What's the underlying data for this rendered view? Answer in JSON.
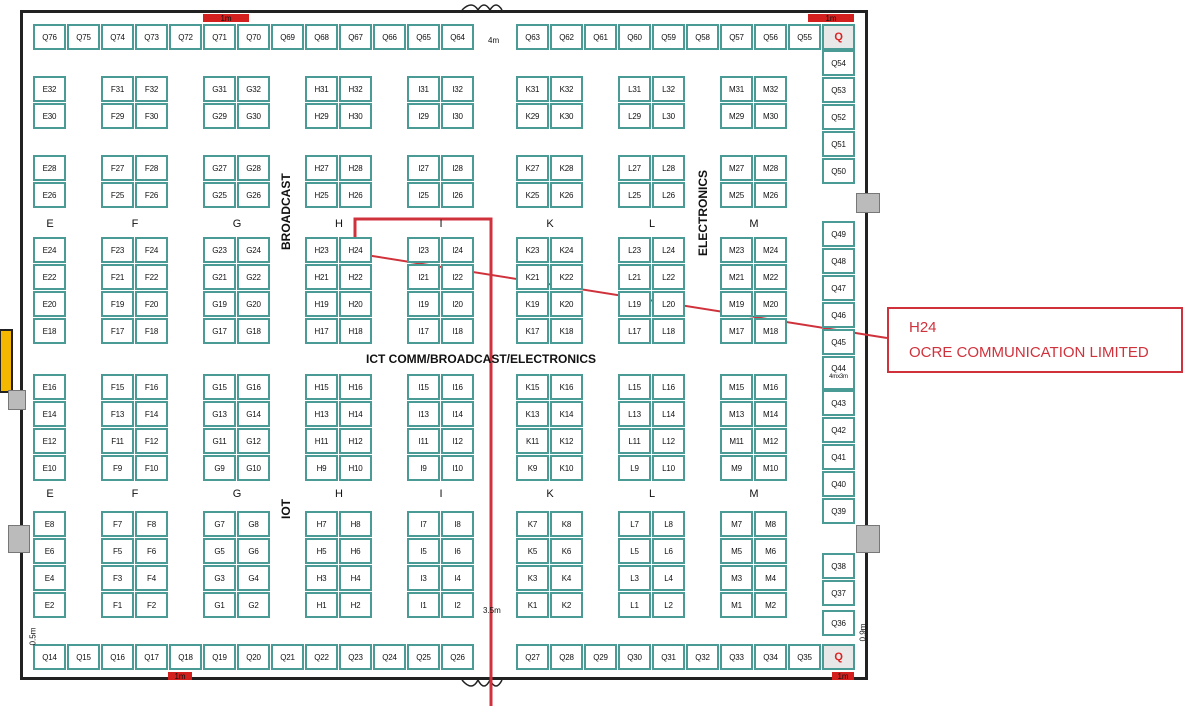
{
  "map": {
    "top_row": [
      "Q76",
      "Q75",
      "Q74",
      "Q73",
      "Q72",
      "Q71",
      "Q70",
      "Q69",
      "Q68",
      "Q67",
      "Q66",
      "Q65",
      "Q64"
    ],
    "top_row_right": [
      "Q63",
      "Q62",
      "Q61",
      "Q60",
      "Q59",
      "Q58",
      "Q57",
      "Q56",
      "Q55"
    ],
    "bottom_row": [
      "Q14",
      "Q15",
      "Q16",
      "Q17",
      "Q18",
      "Q19",
      "Q20",
      "Q21",
      "Q22",
      "Q23",
      "Q24",
      "Q25",
      "Q26"
    ],
    "bottom_row_right": [
      "Q27",
      "Q28",
      "Q29",
      "Q30",
      "Q31",
      "Q32",
      "Q33",
      "Q34",
      "Q35"
    ],
    "right_col_top": [
      "Q54",
      "Q53",
      "Q52",
      "Q51",
      "Q50"
    ],
    "right_col_mid": [
      "Q49",
      "Q48",
      "Q47",
      "Q46",
      "Q45",
      "Q44",
      "Q43",
      "Q42",
      "Q41",
      "Q40",
      "Q39"
    ],
    "right_col_bottom": [
      "Q38",
      "Q37",
      "Q36"
    ],
    "q44_note": "4mx3m",
    "q_marker": "Q",
    "column_letters": [
      "E",
      "F",
      "G",
      "H",
      "I",
      "K",
      "L",
      "M"
    ],
    "zones": {
      "broadcast": "BROADCAST",
      "electronics": "ELECTRONICS",
      "ict": "ICT COMM/BROADCAST/ELECTRONICS",
      "iot": "IOT"
    },
    "dims": {
      "top_4m": "4m",
      "mid_35m": "3.5m",
      "left_05m": "0.5m",
      "right_09m": "0.9m",
      "one_m": "1m"
    },
    "highlight": {
      "booth": "H24",
      "exhibitor": "OCRE COMMUNICATION LIMITED"
    }
  }
}
